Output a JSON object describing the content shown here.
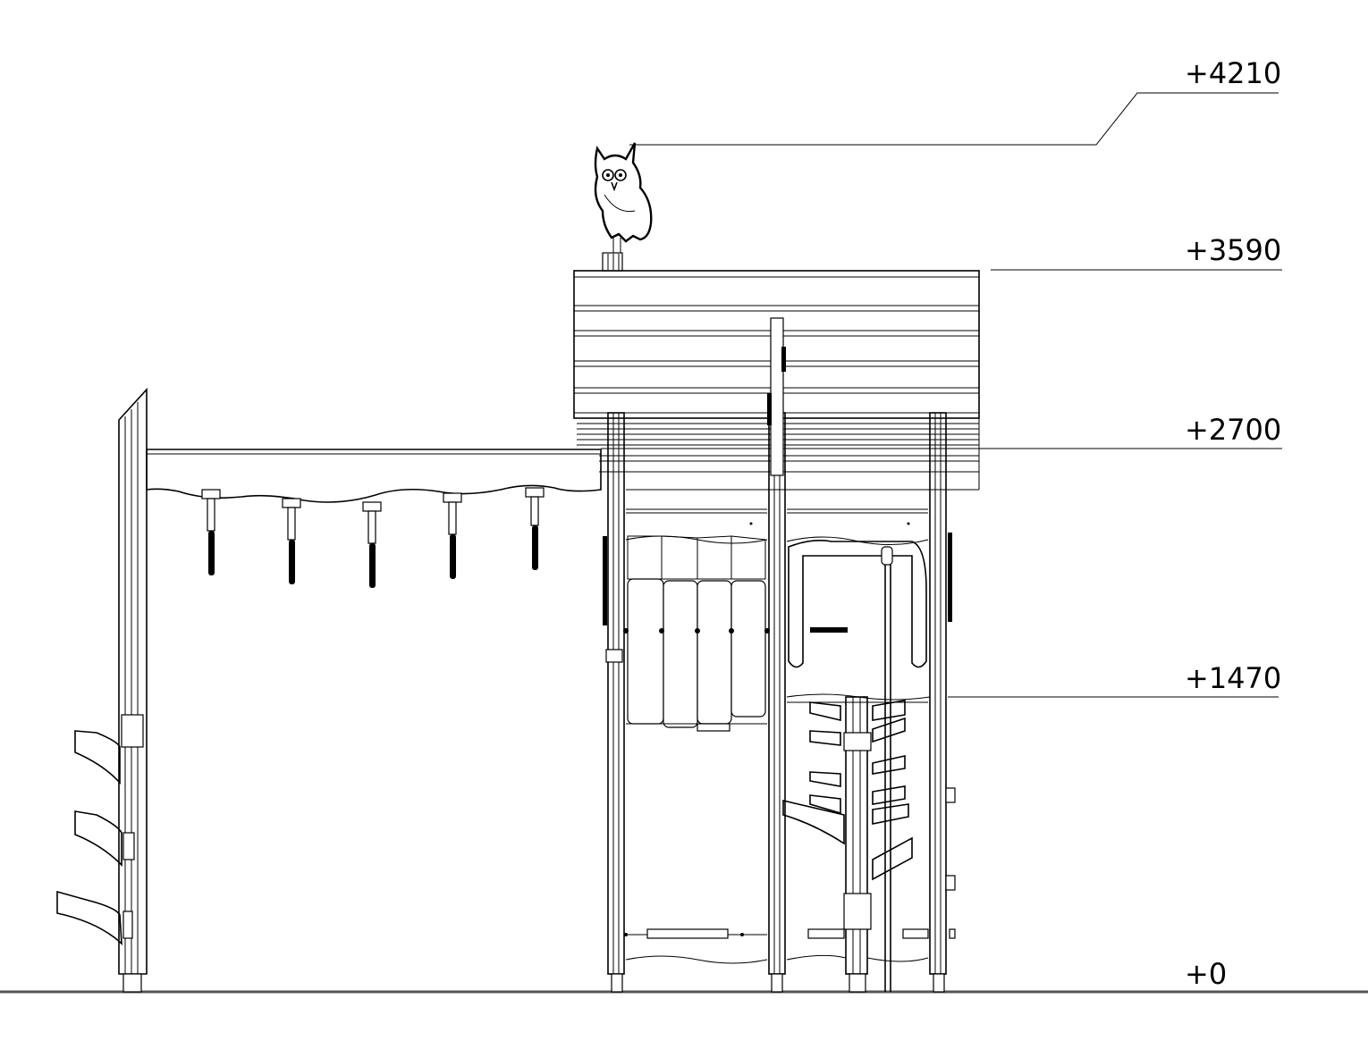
{
  "drawing": {
    "levels": [
      {
        "label": "+4210"
      },
      {
        "label": "+3590"
      },
      {
        "label": "+2700"
      },
      {
        "label": "+1470"
      },
      {
        "label": "+0"
      }
    ]
  },
  "icons": {
    "owl": "owl-figure-icon"
  },
  "colors": {
    "line": "#000000",
    "background": "#ffffff",
    "ground": "#555555"
  }
}
